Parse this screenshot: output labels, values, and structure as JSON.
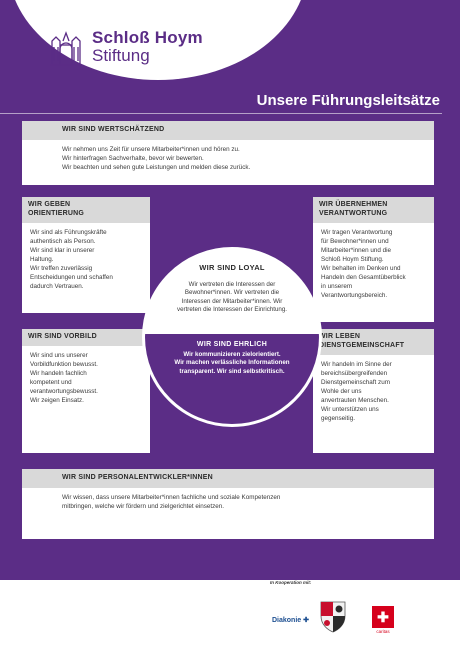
{
  "header": {
    "logo_line1": "Schloß Hoym",
    "logo_line2": "Stiftung",
    "title": "Unsere Führungsleitsätze"
  },
  "cards": {
    "wertschaetzend": {
      "heading": "WIR SIND WERTSCHÄTZEND",
      "lines": [
        "Wir nehmen uns Zeit für unsere Mitarbeiter*innen und hören zu.",
        "Wir hinterfragen Sachverhalte, bevor wir bewerten.",
        "Wir beachten und sehen gute Leistungen und melden diese zurück."
      ]
    },
    "orientierung": {
      "heading_1": "WIR GEBEN",
      "heading_2": "ORIENTIERUNG",
      "lines": [
        "Wir sind als Führungskräfte",
        "authentisch als Person.",
        "Wir sind klar in unserer",
        "Haltung.",
        "Wir treffen zuverlässig",
        "Entscheidungen und schaffen",
        "dadurch Vertrauen."
      ]
    },
    "verantwortung": {
      "heading_1": "WIR ÜBERNEHMEN",
      "heading_2": "VERANTWORTUNG",
      "lines": [
        "Wir tragen Verantwortung",
        "für Bewohner*innen und",
        "Mitarbeiter*innen und die",
        "Schloß Hoym Stiftung.",
        "Wir behalten im Denken und",
        "Handeln den Gesamtüberblick",
        "in unserem",
        "Verantwortungsbereich."
      ]
    },
    "vorbild": {
      "heading": "WIR SIND VORBILD",
      "lines": [
        "Wir sind uns unserer",
        "Vorbildfunktion bewusst.",
        "Wir handeln fachlich",
        "kompetent und",
        "verantwortungsbewusst.",
        "Wir zeigen Einsatz."
      ]
    },
    "dienstgemeinschaft": {
      "heading_1": "WIR LEBEN",
      "heading_2": "DIENSTGEMEINSCHAFT",
      "lines": [
        "Wir handeln im Sinne der",
        "bereichsübergreifenden",
        "Dienstgemeinschaft zum",
        "Wohle der uns",
        "anvertrauten Menschen.",
        "Wir unterstützen uns",
        "gegenseitig."
      ]
    },
    "personalentwickler": {
      "heading": "WIR SIND PERSONALENTWICKLER*INNEN",
      "lines": [
        "Wir wissen, dass unsere Mitarbeiter*innen fachliche und soziale Kompetenzen",
        "mitbringen, welche wir fördern und zielgerichtet einsetzen."
      ]
    }
  },
  "circle": {
    "loyal_heading": "WIR SIND LOYAL",
    "loyal_lines": [
      "Wir vertreten die Interessen der",
      "Bewohner*innen. Wir vertreten die",
      "Interessen der Mitarbeiter*innen. Wir",
      "vertreten die Interessen der Einrichtung."
    ],
    "ehrlich_heading": "WIR SIND EHRLICH",
    "ehrlich_lines": [
      "Wir kommunizieren zielorientiert.",
      "Wir machen verlässliche Informationen",
      "transparent. Wir sind selbstkritisch."
    ]
  },
  "footer": {
    "cooperation": "In Kooperation mit:",
    "diakonie": "Diakonie",
    "caritas_label": "caritas"
  },
  "colors": {
    "brand_purple": "#5b2d86",
    "card_heading_gray": "#d9d9d9",
    "caritas_red": "#d6001c",
    "diakonie_blue": "#1d4f91"
  }
}
